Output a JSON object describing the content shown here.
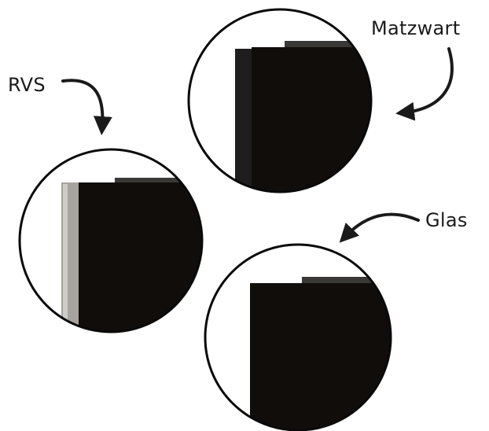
{
  "variants": [
    {
      "id": "matzwart",
      "label": "Matzwart",
      "edge_color": "#1e1e1e",
      "edge_shading": "#2e2e2e"
    },
    {
      "id": "rvs",
      "label": "RVS",
      "edge_color": "#a7a49f",
      "edge_shading": "#cfccc7"
    },
    {
      "id": "glas",
      "label": "Glas",
      "edge_color": "#0d0b09",
      "edge_shading": "#0d0b09"
    }
  ],
  "colors": {
    "panel": "#110d0b",
    "top_strip": "#3a3835",
    "circle_outline": "#0a0a0a",
    "arrow": "#1a1a1a",
    "background": "#ffffff"
  },
  "icons": [
    "curved-arrow-icon"
  ]
}
